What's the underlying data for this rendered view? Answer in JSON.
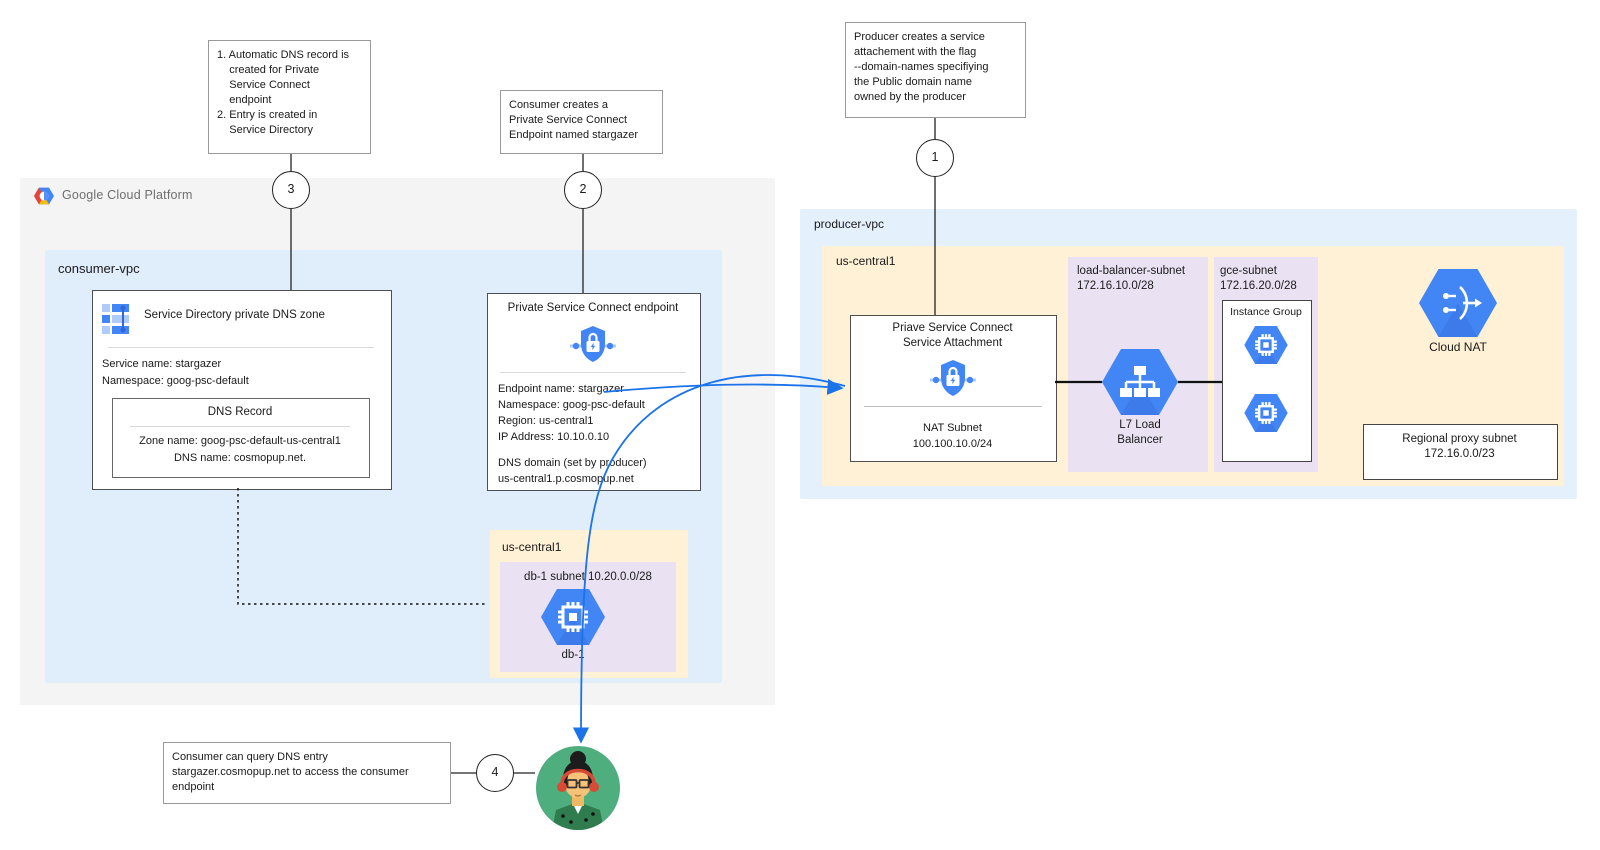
{
  "colors": {
    "accent_blue": "#4285f4",
    "arrow_blue": "#1a73e8",
    "vpc_blue": "#e0eefb",
    "region_tan": "#fff1d6",
    "subnet_purple": "#eae2f3",
    "frame_gray": "#f4f4f4"
  },
  "gcp": {
    "logo_text": "Google Cloud Platform"
  },
  "annotations": {
    "step3": {
      "number": "3",
      "text": "1. Automatic DNS record is\n    created for Private\n    Service Connect\n    endpoint\n2. Entry is created in\n    Service Directory"
    },
    "step2": {
      "number": "2",
      "text": "Consumer creates a\nPrivate Service Connect\nEndpoint named stargazer"
    },
    "step1": {
      "number": "1",
      "text": "Producer creates a service\nattachement with the flag\n--domain-names specifiying\nthe Public domain name\nowned by the producer"
    },
    "step4": {
      "number": "4",
      "text": "Consumer can query DNS entry\nstargazer.cosmopup.net to access the consumer\nendpoint"
    }
  },
  "consumer": {
    "vpc_label": "consumer-vpc",
    "service_directory": {
      "title": "Service Directory private DNS zone",
      "service_name": "Service name: stargazer",
      "namespace": "Namespace: goog-psc-default",
      "dns_record": {
        "title": "DNS Record",
        "zone_name": "Zone name: goog-psc-default-us-central1",
        "dns_name": "DNS name: cosmopup.net."
      }
    },
    "psc_endpoint": {
      "title": "Private Service Connect endpoint",
      "details": "Endpoint name: stargazer\nNamespace: goog-psc-default\nRegion: us-central1\nIP Address: 10.10.0.10",
      "dns_domain": "DNS domain (set by producer)\nus-central1.p.cosmopup.net"
    },
    "region": {
      "label": "us-central1",
      "subnet_label": "db-1 subnet 10.20.0.0/28",
      "vm_label": "db-1"
    }
  },
  "producer": {
    "vpc_label": "producer-vpc",
    "region_label": "us-central1",
    "attachment": {
      "title": "Priave Service Connect\nService Attachment",
      "subnet": "NAT Subnet\n100.100.10.0/24"
    },
    "lb_subnet": {
      "label": "load-balancer-subnet\n172.16.10.0/28",
      "lb_label": "L7 Load\nBalancer"
    },
    "gce_subnet": {
      "label": "gce-subnet\n172.16.20.0/28",
      "instance_group_title": "Instance Group"
    },
    "cloud_nat_label": "Cloud NAT",
    "proxy_subnet": "Regional proxy subnet\n172.16.0.0/23"
  }
}
